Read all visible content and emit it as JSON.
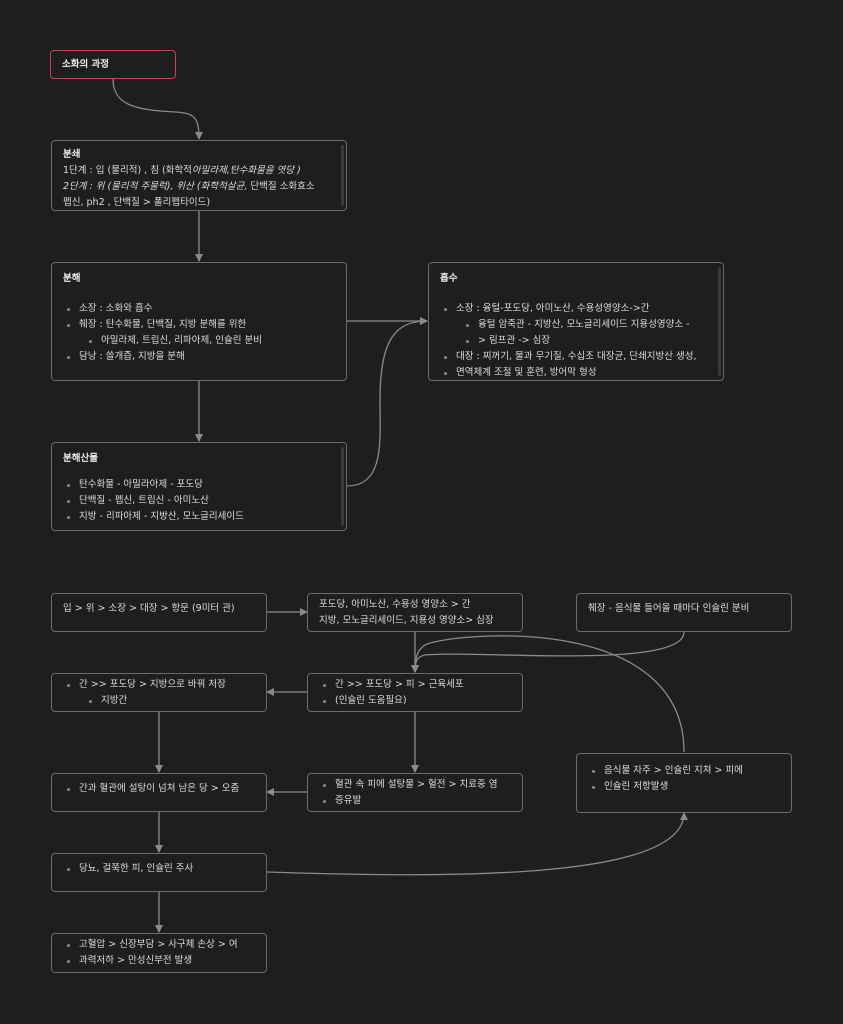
{
  "nodes": {
    "root": {
      "title": "소화의 과정"
    },
    "breakdown": {
      "title": "분쇄",
      "line1a": "1단계 : 입 (물리적) , 침 (화학적",
      "line1b": "아밀라제,탄수화물을 엿당 )",
      "line2a": "2단계 : 위 (물리적 주물럭), 위산 (화학적살균,",
      "line2b": " 단백질 소화효소",
      "line3": "펩신, ph2 , 단백질 > 폴리펩타이드)"
    },
    "digestion": {
      "title": "분해",
      "items": [
        "소장 : 소화와 흡수",
        "췌장 : 탄수화물, 단백질, 지방 분해를 위한",
        "아밀라제, 트립신, 리파아제, 인슐린 분비",
        "담낭 : 쓸개즙, 지방을 분해"
      ]
    },
    "absorption": {
      "title": "흡수",
      "items": [
        "소장 : 융털-포도당, 아미노산, 수용성영양소->간",
        "융털 암죽관 - 지방산, 모노글리세이드 지용성영양소 -",
        "> 림프관 -> 심장",
        "대장 : 찌꺼기, 물과 무기질, 수십조 대장균, 단쇄지방산 생성,",
        "면역체계 조절 및 훈련, 방어막 형성"
      ]
    },
    "products": {
      "title": "분해산물",
      "items": [
        "탄수화물 - 아밀라아제 - 포도당",
        "단백질 - 펩신, 트립신 - 아미노산",
        "지방 - 리파아제 - 지방산, 모노글리세이드"
      ]
    },
    "path": {
      "text": "입 > 위 > 소장 > 대장 > 항문 (9미터 관)"
    },
    "nutrients": {
      "line1": "포도당, 아미노산, 수용성 영양소 > 간",
      "line2": "지방, 모노글리세이드, 지용성 영양소> 심장"
    },
    "pancreas": {
      "text": "췌장 - 음식물 들어올 때마다 인슐린 분비"
    },
    "liver_store": {
      "item": "간 >> 포도당 > 지방으로 바꿔 저장",
      "sub": "지방간"
    },
    "liver_blood": {
      "line1": "간 >> 포도당 > 피 > 근육세포",
      "line2": "(인슐린 도움필요)"
    },
    "urine": {
      "item": "간과 혈관에 설탕이 넘쳐 남은 당 > 오줌"
    },
    "blood_sugar": {
      "line1": "혈관 속 피에 설탕물 > 혈전 > 치료중 염",
      "line2": "증유발"
    },
    "resistance": {
      "line1": "음식물 자주 > 인슐린 지쳐 > 피에",
      "line2": "인슐린 저항발생"
    },
    "diabetes": {
      "item": "당뇨, 걸쭉한 피, 인슐린 주사"
    },
    "complications": {
      "line1": "고혈압 > 신장부담 > 사구체 손상 > 여",
      "line2": "과력저하 > 만성신부전 발생"
    }
  },
  "colors": {
    "edge": "#8a8a8a",
    "root_border": "#c8424c",
    "node_border": "#6a6a6a",
    "background": "#1e1e1e"
  }
}
